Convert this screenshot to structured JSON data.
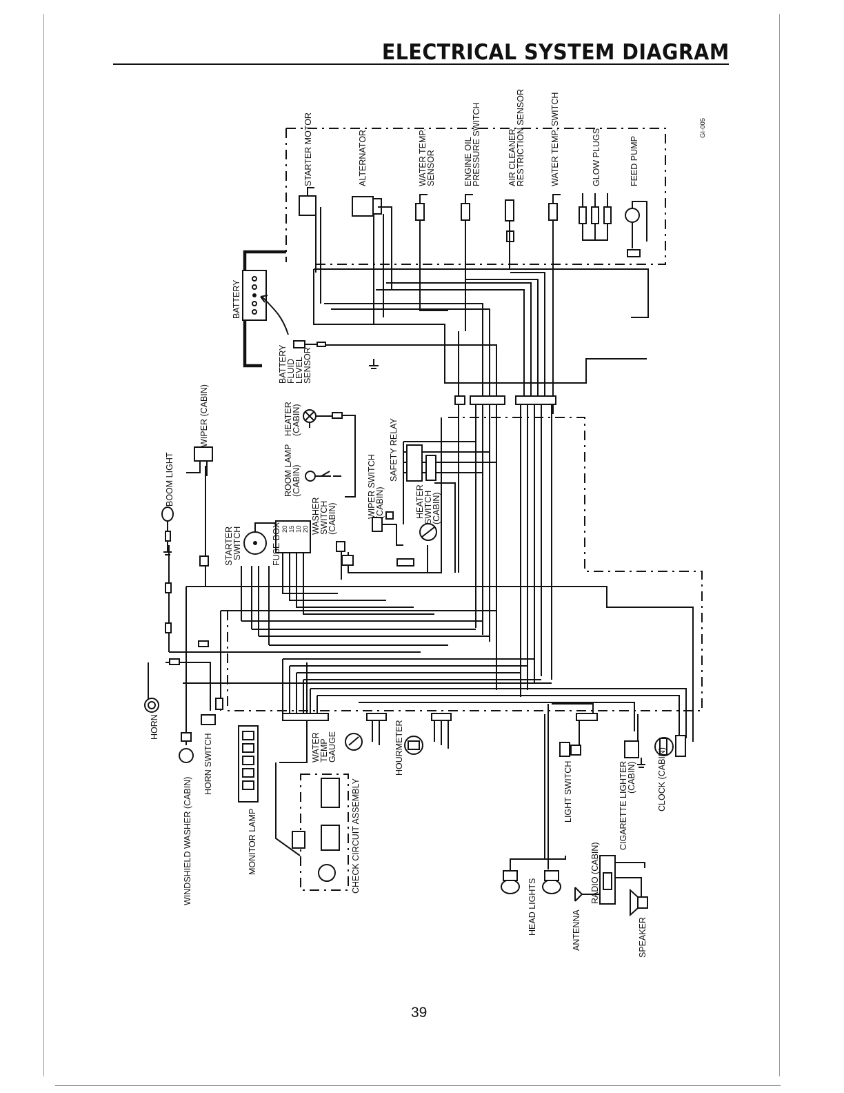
{
  "header": {
    "title": "ELECTRICAL SYSTEM DIAGRAM"
  },
  "figure_code": "GI-005",
  "page_number": "39",
  "components": {
    "starter_motor": "STARTER MOTOR",
    "alternator": "ALTERNATOR",
    "water_temp_sensor": [
      "WATER TEMP.",
      "SENSOR"
    ],
    "engine_oil_pressure_switch": [
      "ENGINE OIL",
      "PRESSURE SWITCH"
    ],
    "air_cleaner_sensor": [
      "AIR CLEANER",
      "RESTRICTION SENSOR"
    ],
    "water_temp_switch": "WATER TEMP. SWITCH",
    "glow_plugs": "GLOW PLUGS",
    "feed_pump": "FEED PUMP",
    "battery": "BATTERY",
    "battery_fluid_sensor": [
      "BATTERY",
      "FLUID",
      "LEVEL",
      "SENSOR"
    ],
    "heater_cabin": [
      "HEATER",
      "(CABIN)"
    ],
    "room_lamp_cabin": [
      "ROOM LAMP",
      "(CABIN)"
    ],
    "safety_relay": "SAFETY RELAY",
    "wiper_switch_cabin": [
      "WIPER SWITCH",
      "(CABIN)"
    ],
    "heater_switch_cabin": [
      "HEATER",
      "SWITCH",
      "(CABIN)"
    ],
    "wiper_cabin": "WIPER (CABIN)",
    "boom_light": "BOOM LIGHT",
    "starter_switch": [
      "STARTER",
      "SWITCH"
    ],
    "fuse_box": "FUSE BOX",
    "fuse_ratings": [
      "20",
      "15",
      "10",
      "20"
    ],
    "washer_switch_cabin": [
      "WASHER",
      "SWITCH",
      "(CABIN)"
    ],
    "horn": "HORN",
    "windshield_washer_cabin": "WINDSHIELD WASHER (CABIN)",
    "horn_switch": "HORN SWITCH",
    "monitor_lamp": "MONITOR LAMP",
    "water_temp_gauge": [
      "WATER",
      "TEMP",
      "GAUGE"
    ],
    "check_circuit_assembly": "CHECK CIRCUIT ASSEMBLY",
    "hourmeter": "HOURMETER",
    "light_switch": "LIGHT SWITCH",
    "cigarette_lighter_cabin": [
      "CIGARETTE LIGHTER",
      "(CABIN)"
    ],
    "clock_cabin": "CLOCK (CABIN)",
    "head_lights": "HEAD LIGHTS",
    "radio_cabin": "RADIO (CABIN)",
    "antenna": "ANTENNA",
    "speaker": "SPEAKER"
  }
}
